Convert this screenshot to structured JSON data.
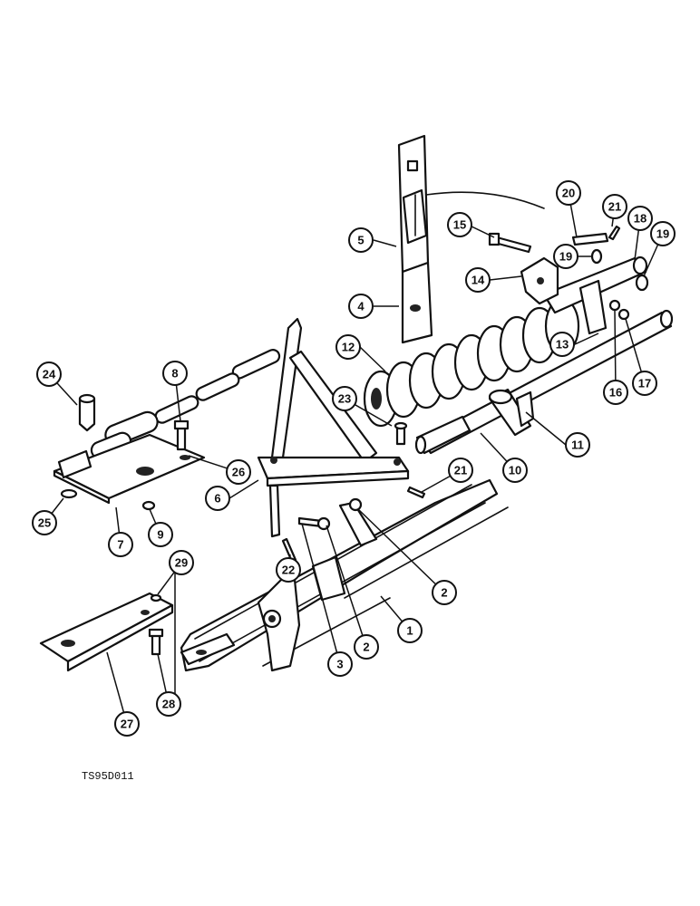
{
  "figure_code": "TS95D011",
  "callouts": [
    {
      "id": "c1",
      "label": "1"
    },
    {
      "id": "c2a",
      "label": "2"
    },
    {
      "id": "c2b",
      "label": "2"
    },
    {
      "id": "c3",
      "label": "3"
    },
    {
      "id": "c4",
      "label": "4"
    },
    {
      "id": "c5",
      "label": "5"
    },
    {
      "id": "c6",
      "label": "6"
    },
    {
      "id": "c7",
      "label": "7"
    },
    {
      "id": "c8",
      "label": "8"
    },
    {
      "id": "c9",
      "label": "9"
    },
    {
      "id": "c10",
      "label": "10"
    },
    {
      "id": "c11",
      "label": "11"
    },
    {
      "id": "c12",
      "label": "12"
    },
    {
      "id": "c13",
      "label": "13"
    },
    {
      "id": "c14",
      "label": "14"
    },
    {
      "id": "c15",
      "label": "15"
    },
    {
      "id": "c16",
      "label": "16"
    },
    {
      "id": "c17",
      "label": "17"
    },
    {
      "id": "c18",
      "label": "18"
    },
    {
      "id": "c19a",
      "label": "19"
    },
    {
      "id": "c19b",
      "label": "19"
    },
    {
      "id": "c20",
      "label": "20"
    },
    {
      "id": "c21a",
      "label": "21"
    },
    {
      "id": "c21b",
      "label": "21"
    },
    {
      "id": "c22",
      "label": "22"
    },
    {
      "id": "c23",
      "label": "23"
    },
    {
      "id": "c24",
      "label": "24"
    },
    {
      "id": "c25",
      "label": "25"
    },
    {
      "id": "c26",
      "label": "26"
    },
    {
      "id": "c27",
      "label": "27"
    },
    {
      "id": "c28",
      "label": "28"
    },
    {
      "id": "c29",
      "label": "29"
    }
  ]
}
